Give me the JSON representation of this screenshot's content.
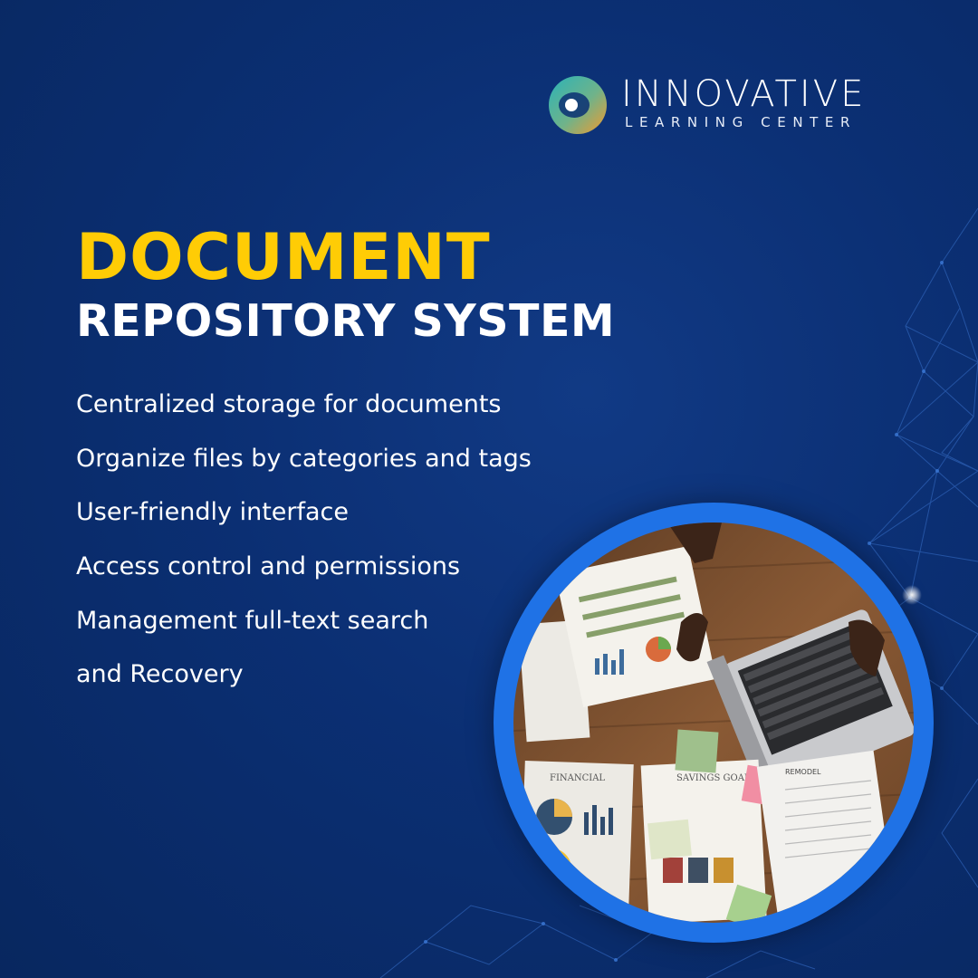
{
  "brand": {
    "name": "INNOVATIVE",
    "subtitle": "LEARNING CENTER",
    "logo_icon": "swirl-circle-icon",
    "colors": {
      "teal": "#2bb3b8",
      "orange": "#f29a2e"
    }
  },
  "headline": {
    "line1": "DOCUMENT",
    "line2": "REPOSITORY SYSTEM"
  },
  "features": [
    "Centralized storage for documents",
    "Organize files by categories and tags",
    "User-friendly interface",
    "Access control and permissions",
    "Management full-text search",
    "and Recovery"
  ],
  "photo": {
    "doc_labels": [
      "FINANCIAL",
      "SAVINGS GOAL",
      "REMODEL"
    ]
  },
  "colors": {
    "background": "#0b2f73",
    "accent_yellow": "#ffcc05",
    "text": "#ffffff",
    "photo_ring": "#1f72e6"
  }
}
